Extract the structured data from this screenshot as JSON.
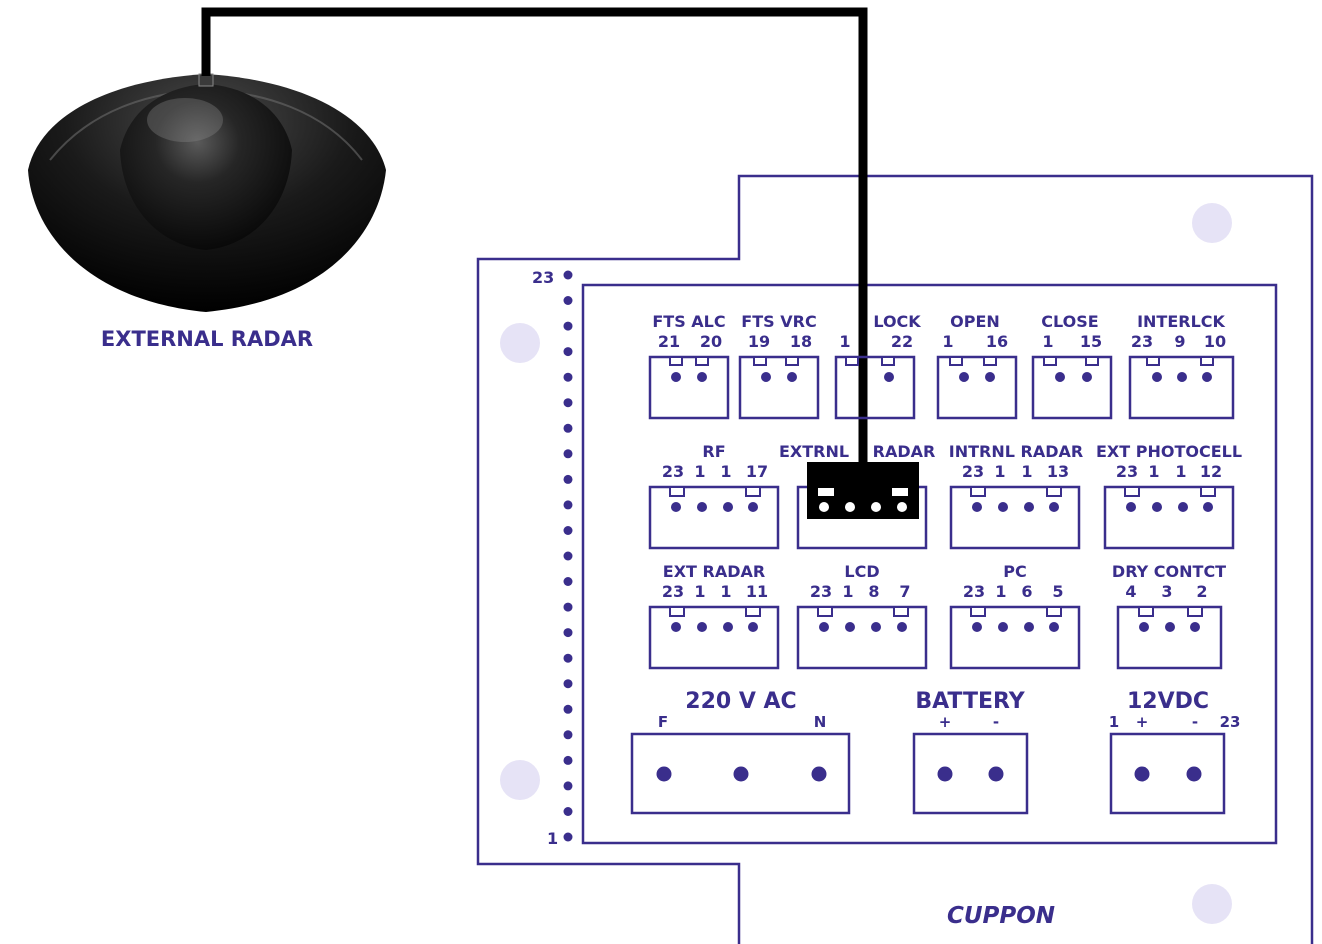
{
  "colors": {
    "ink": "#3a2e8c",
    "board_fill": "#ffffff",
    "hole": "#e6e3f6",
    "cable": "#000000"
  },
  "external_radar": {
    "label": "EXTERNAL RADAR"
  },
  "brand": "CUPPON",
  "pin_strip": {
    "top_label": "23",
    "bottom_label": "1"
  },
  "connectors": {
    "fts_alc": {
      "label": "FTS ALC",
      "pins": [
        "21",
        "20"
      ]
    },
    "fts_vrc": {
      "label": "FTS VRC",
      "pins": [
        "19",
        "18"
      ]
    },
    "lock": {
      "label": "LOCK",
      "pins": [
        "1",
        "22"
      ]
    },
    "open": {
      "label": "OPEN",
      "pins": [
        "1",
        "16"
      ]
    },
    "close": {
      "label": "CLOSE",
      "pins": [
        "1",
        "15"
      ]
    },
    "interlck": {
      "label": "INTERLCK",
      "pins": [
        "23",
        "9",
        "10"
      ]
    },
    "rf": {
      "label": "RF",
      "pins": [
        "23",
        "1",
        "1",
        "17"
      ]
    },
    "extrnl_radar": {
      "label_a": "EXTRNL",
      "label_b": "RADAR"
    },
    "intrnl_radar": {
      "label": "INTRNL RADAR",
      "pins": [
        "23",
        "1",
        "1",
        "13"
      ]
    },
    "ext_photocell": {
      "label": "EXT PHOTOCELL",
      "pins": [
        "23",
        "1",
        "1",
        "12"
      ]
    },
    "ext_radar": {
      "label": "EXT RADAR",
      "pins": [
        "23",
        "1",
        "1",
        "11"
      ]
    },
    "lcd": {
      "label": "LCD",
      "pins": [
        "23",
        "1",
        "8",
        "7"
      ]
    },
    "pc": {
      "label": "PC",
      "pins": [
        "23",
        "1",
        "6",
        "5"
      ]
    },
    "dry_contct": {
      "label": "DRY CONTCT",
      "pins": [
        "4",
        "3",
        "2"
      ]
    }
  },
  "power": {
    "ac": {
      "label": "220 V AC",
      "left": "F",
      "right": "N"
    },
    "battery": {
      "label": "BATTERY",
      "plus": "+",
      "minus": "-"
    },
    "vdc": {
      "label": "12VDC",
      "left_num": "1",
      "plus": "+",
      "minus": "-",
      "right_num": "23"
    }
  }
}
